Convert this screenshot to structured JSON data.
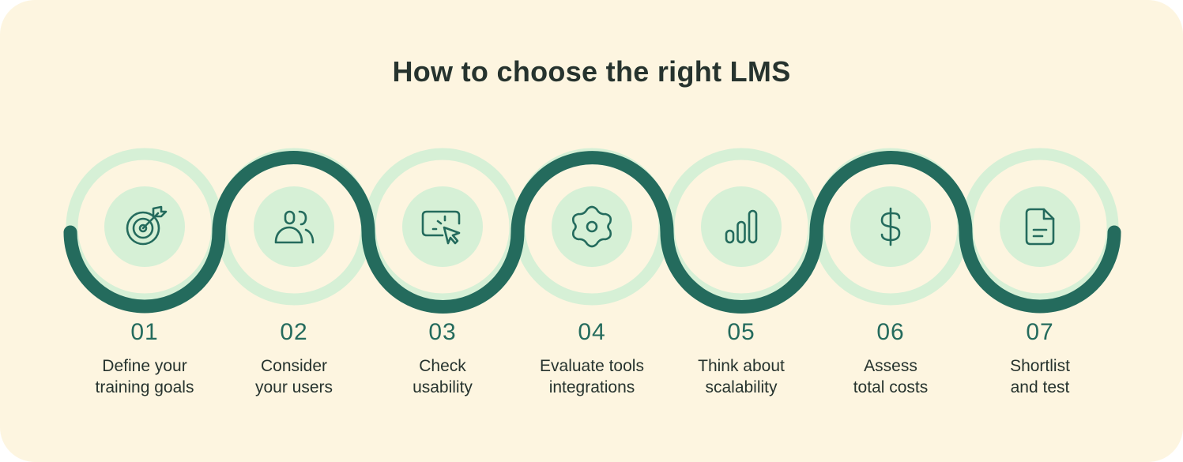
{
  "title": "How to choose the right LMS",
  "colors": {
    "background": "#fdf5e0",
    "wave": "#246b5d",
    "ring": "#d6f0d6",
    "icon": "#246b5d",
    "text": "#26332e"
  },
  "steps": [
    {
      "number": "01",
      "label": "Define your\ntraining goals",
      "icon": "target-icon"
    },
    {
      "number": "02",
      "label": "Consider\nyour users",
      "icon": "users-icon"
    },
    {
      "number": "03",
      "label": "Check\nusability",
      "icon": "cursor-click-icon"
    },
    {
      "number": "04",
      "label": "Evaluate tools\nintegrations",
      "icon": "flower-gear-icon"
    },
    {
      "number": "05",
      "label": "Think about\nscalability",
      "icon": "bar-chart-icon"
    },
    {
      "number": "06",
      "label": "Assess\ntotal costs",
      "icon": "dollar-icon"
    },
    {
      "number": "07",
      "label": "Shortlist\nand test",
      "icon": "document-icon"
    }
  ]
}
